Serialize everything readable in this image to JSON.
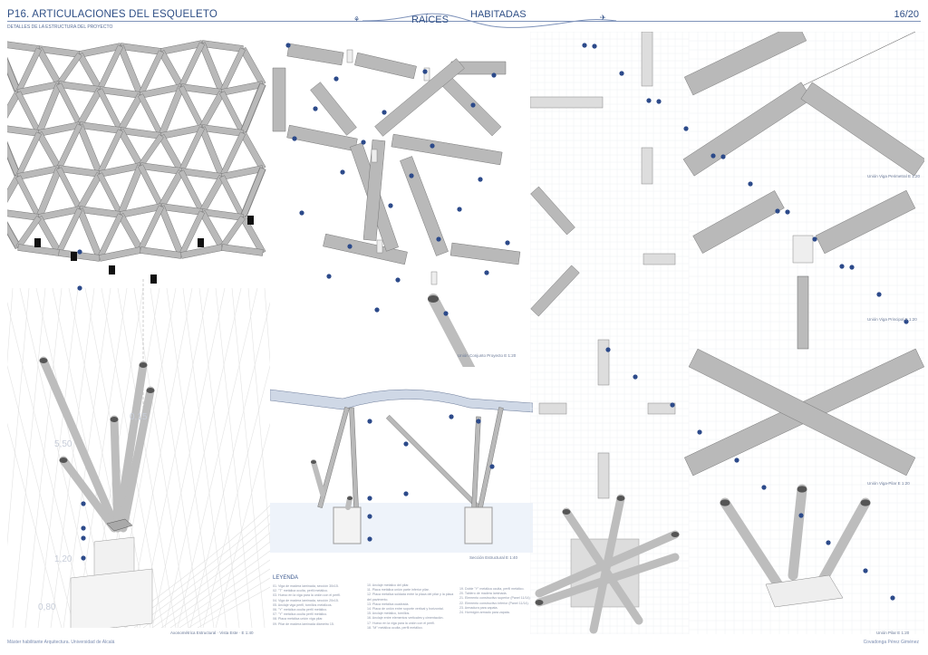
{
  "header": {
    "title": "P16. ARTICULACIONES DEL ESQUELETO",
    "subtitle": "DETALLES DE LA ESTRUCTURA DEL PROYECTO",
    "logo_word_1": "RAÍCES",
    "logo_word_2": "HABITADAS",
    "page": "16/20"
  },
  "drawings": {
    "axonometric_caption": "Axonométrica Estructural · Vista Este · E 1:40",
    "joint_assembly_caption": "Unión Conjunto Proyecto   E 1:20",
    "section_caption": "Sección Estructural   E 1:40",
    "perimeter_beam_caption": "Unión Viga Perimetral   E 1:20",
    "main_beam_caption": "Unión Viga Principal   E 1:20",
    "beam_column_caption": "Unión Viga-Pilar   E 1:20",
    "column_caption": "Unión Pilar   E 1:20"
  },
  "dimensions": [
    "0,15",
    "5,50",
    "1,20",
    "0,80"
  ],
  "legend": {
    "title": "LEYENDA",
    "col1": [
      "01. Viga de madera laminada, sección 30x15.",
      "02. \"T\" metálica oculta, perfil metálico.",
      "03. Hueco en la viga para la unión con el perfil.",
      "04. Viga de madera laminada, sección 20x15.",
      "05. Anclaje viga perfil, tornillos metálicos.",
      "06. \"Y\" metálica oculta perfil metálico.",
      "07. \"Y\" metálica oculta perfil metálico.",
      "08. Placa metálica unión viga pilar.",
      "09. Pilar de madera laminada diámetro 15."
    ],
    "col2": [
      "10. Anclaje metálico del pilar.",
      "11. Placa metálica unión parte inferior pilar.",
      "12. Placa metálica soldada entre la placa del pilar y la placa del pavimento.",
      "13. Placa metálica cuadrada.",
      "14. Placa de unión entre soporte vertical y horizontal.",
      "15. Anclaje metálico, tornillos.",
      "16. Anclaje entre elementos verticales y cimentación.",
      "17. Hueco en la viga para la unión con el perfil.",
      "18. \"M\" metálica oculta, perfil metálico."
    ],
    "col3": [
      "19. Doble \"Y\" metálica oculta, perfil metálico.",
      "20. Tablero de madera laminada.",
      "21. Elemento constructivo superior (Panel 11/14).",
      "22. Elemento constructivo inferior (Panel 11/14).",
      "23. Armadura para zapata.",
      "24. Hormigón armado para zapata."
    ]
  },
  "footer": {
    "left": "Máster habilitante Arquitectura. Universidad de Alcalá",
    "right": "Covadonga Pérez Giménez"
  },
  "colors": {
    "accent": "#2f4f86",
    "marker": "#2c4a8a",
    "beam": "#b9b9b9",
    "beam_dark": "#8a8a8a"
  }
}
